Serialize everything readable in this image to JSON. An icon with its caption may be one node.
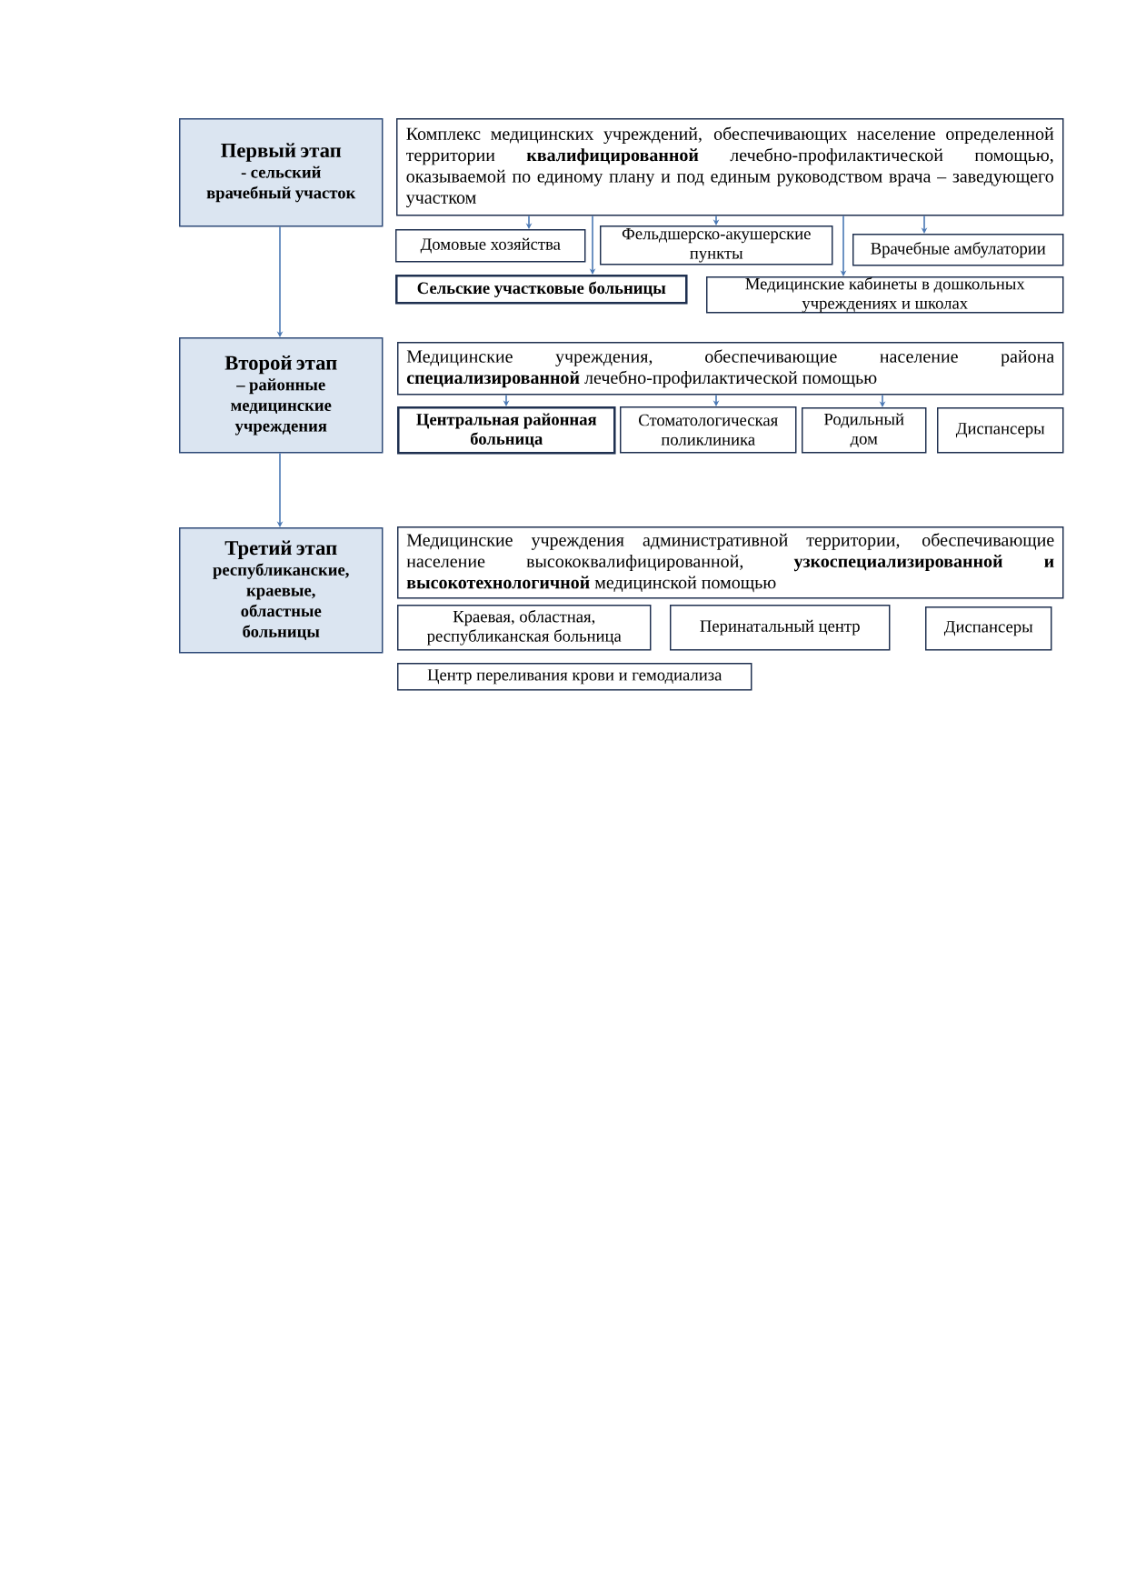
{
  "diagram": {
    "nodes": [
      {
        "text": [
          "Первый этап",
          "- сельский врачебный участок"
        ]
      },
      {
        "text": [
          "Комплекс медицинских учреждений, обеспечивающих население определенной территории **квалифицированной** лечебно-профилактической помощью, оказываемой по единому плану и под единым руководством врача – заведующего участком"
        ]
      },
      {
        "text": [
          "Домовые хозяйства"
        ]
      },
      {
        "text": [
          "Фельдшерско-акушерские пункты"
        ]
      },
      {
        "text": [
          "Врачебные амбулатории"
        ]
      },
      {
        "text": [
          "Сельские участковые больницы"
        ]
      },
      {
        "text": [
          "Медицинские кабинеты в дошкольных учреждениях и школах"
        ]
      },
      {
        "text": [
          "Второй этап",
          "– районные медицинские учреждения"
        ]
      },
      {
        "text": [
          "Медицинские учреждения, обеспечивающие население района **специализированной** лечебно-профилактической помощью"
        ]
      },
      {
        "text": [
          "Центральная районная больница"
        ]
      },
      {
        "text": [
          "Стоматологическая поликлиника"
        ]
      },
      {
        "text": [
          "Родильный дом"
        ]
      },
      {
        "text": [
          "Диспансеры"
        ]
      },
      {
        "text": [
          "Третий этап",
          "республиканские, краевые, областные больницы"
        ]
      },
      {
        "text": [
          "Медицинские учреждения административной территории, обеспечивающие население высококвалифицированной, **узкоспециализированной и высокотехнологичной** медицинской помощью"
        ]
      },
      {
        "text": [
          "Краевая, областная, республиканская больница"
        ]
      },
      {
        "text": [
          "Перинатальный центр"
        ]
      },
      {
        "text": [
          "Диспансеры"
        ]
      },
      {
        "text": [
          "Центр переливания крови и гемодиализа"
        ]
      }
    ],
    "edges": [
      {
        "from": 1,
        "to": 2,
        "arrow": "to"
      },
      {
        "from": 1,
        "to": 5,
        "arrow": "to"
      },
      {
        "from": 1,
        "to": 3,
        "arrow": "to"
      },
      {
        "from": 1,
        "to": 6,
        "arrow": "to"
      },
      {
        "from": 1,
        "to": 4,
        "arrow": "to"
      },
      {
        "from": 0,
        "to": 7,
        "arrow": "to"
      },
      {
        "from": 8,
        "to": 9,
        "arrow": "to"
      },
      {
        "from": 8,
        "to": 10,
        "arrow": "to"
      },
      {
        "from": 8,
        "to": 11,
        "arrow": "to"
      },
      {
        "from": 7,
        "to": 13,
        "arrow": "to"
      }
    ]
  }
}
